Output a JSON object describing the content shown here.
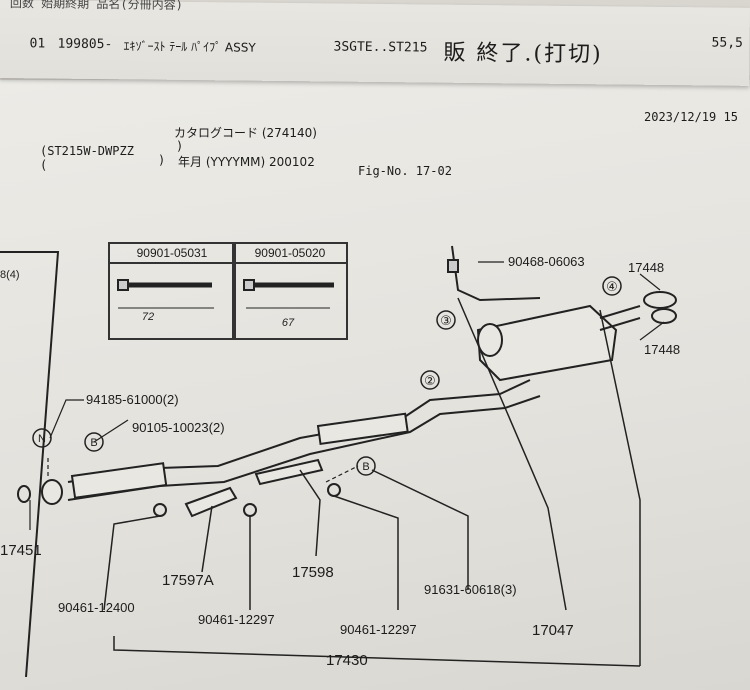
{
  "top_sheet": {
    "header_partial": "回数 始期終期 品名(分冊内容)",
    "row_no": "01",
    "row_date": "199805-",
    "row_name": "ｴｷｿﾞｰｽﾄ ﾃｰﾙ ﾊﾟｲﾌﾟ ASSY",
    "row_model": "3SGTE..ST215",
    "handwritten_note": "販 終了.(打切)",
    "row_price": "55,5"
  },
  "catalog": {
    "timestamp": "2023/12/19 15",
    "model_code": "(ST215W-DWPZZ",
    "model_code_close": "(",
    "catalog_code_label": "カタログコード (274140)",
    "paren_close": ")",
    "paren_close2": ")",
    "date_label": "年月 (YYYYMM)  200102",
    "fig_no": "Fig-No.  17-02"
  },
  "diagram": {
    "left_fragment": "8(4)",
    "bolt_boxes": [
      {
        "part": "90901-05031",
        "length": "72"
      },
      {
        "part": "90901-05020",
        "length": "67"
      }
    ],
    "callouts": [
      "②",
      "③",
      "④"
    ],
    "letter_markers": [
      "N",
      "B",
      "B"
    ],
    "labels": {
      "p1": "90468-06063",
      "p2": "17448",
      "p3": "17448",
      "p4": "94185-61000(2)",
      "p5": "90105-10023(2)",
      "p6": "17451",
      "p7": "17597A",
      "p8": "17598",
      "p9": "91631-60618(3)",
      "p10": "90461-12400",
      "p11": "90461-12297",
      "p12": "90461-12297",
      "p13": "17047",
      "p14": "17430"
    }
  },
  "colors": {
    "paper": "#ecebe6",
    "ink": "#1c1c1c",
    "background": "#d9d6d0"
  }
}
